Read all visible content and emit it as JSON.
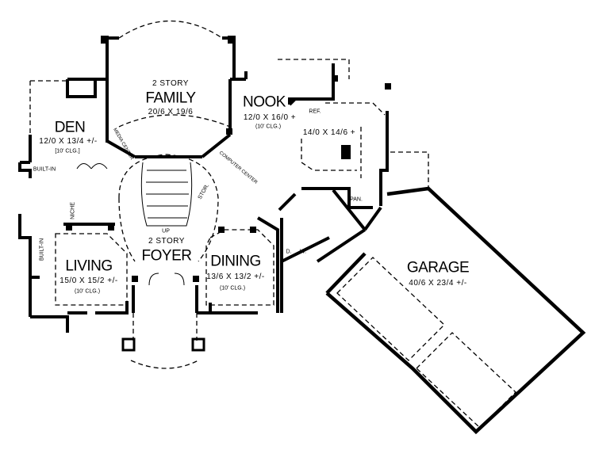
{
  "rooms": {
    "family": {
      "note": "2 STORY",
      "name": "FAMILY",
      "size": "20/6 X 19/6"
    },
    "nook": {
      "name": "NOOK",
      "size": "12/0 X 16/0 +",
      "ceiling": "(10' CLG.)"
    },
    "den": {
      "name": "DEN",
      "size": "12/0 X 13/4 +/-",
      "ceiling": "[10' CLG.]"
    },
    "kitchen": {
      "size": "14/0 X 14/6 +"
    },
    "foyer": {
      "note": "2 STORY",
      "name": "FOYER"
    },
    "living": {
      "name": "LIVING",
      "size": "15/0 X 15/2 +/-",
      "ceiling": "(10' CLG.)"
    },
    "dining": {
      "name": "DINING",
      "size": "13/6 X 13/2 +/-",
      "ceiling": "(10' CLG.)"
    },
    "garage": {
      "name": "GARAGE",
      "size": "40/6 X 23/4 +/-"
    }
  },
  "labels": {
    "ref": "REF.",
    "pan": "PAN.",
    "d": "D.",
    "w": "W.",
    "built_in_1": "BUILT-IN",
    "built_in_2": "BUILT-IN",
    "niche": "NICHE",
    "media_center": "MEDIA CENTER",
    "computer_center": "COMPUTER CENTER",
    "stor": "STOR.",
    "up": "UP"
  }
}
